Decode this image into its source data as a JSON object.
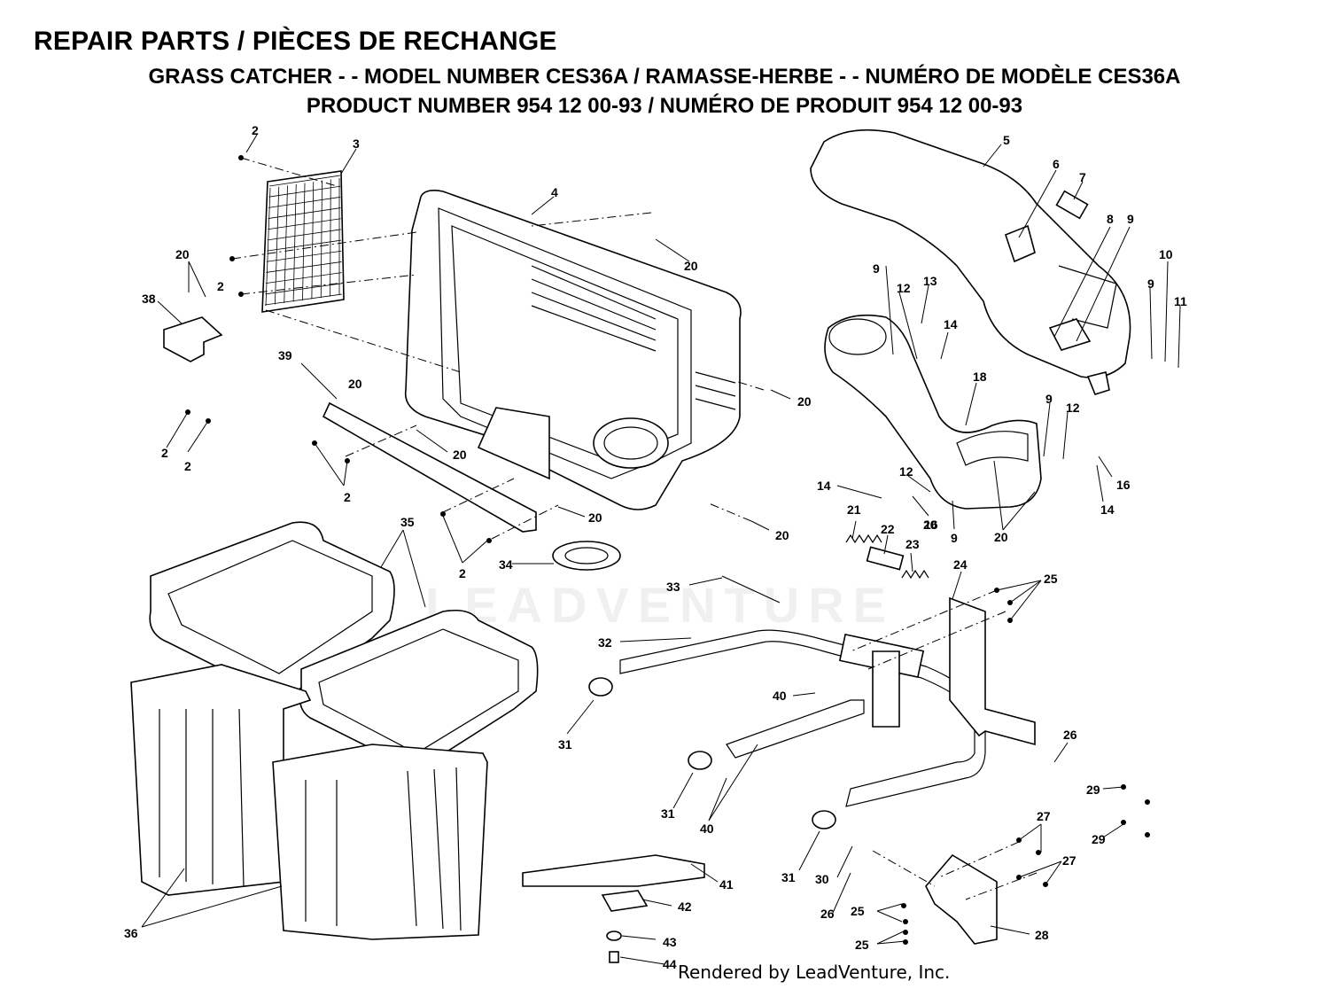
{
  "header": {
    "title": "REPAIR PARTS / PIÈCES DE RECHANGE",
    "model_line": "GRASS CATCHER - - MODEL NUMBER CES36A / RAMASSE-HERBE - - NUMÉRO DE MODÈLE CES36A",
    "product_line": "PRODUCT NUMBER 954 12 00-93 / NUMÉRO DE PRODUIT 954 12 00-93"
  },
  "watermark": "LEADVENTURE",
  "footer": "Rendered by LeadVenture, Inc.",
  "callouts": [
    "2",
    "3",
    "4",
    "5",
    "6",
    "7",
    "8",
    "9",
    "9",
    "9",
    "9",
    "9",
    "10",
    "11",
    "12",
    "12",
    "12",
    "13",
    "14",
    "14",
    "14",
    "16",
    "16",
    "18",
    "20",
    "20",
    "20",
    "20",
    "20",
    "20",
    "20",
    "20",
    "20",
    "20",
    "21",
    "22",
    "23",
    "24",
    "25",
    "25",
    "25",
    "26",
    "26",
    "27",
    "27",
    "28",
    "29",
    "29",
    "30",
    "31",
    "31",
    "31",
    "32",
    "33",
    "34",
    "35",
    "36",
    "38",
    "39",
    "40",
    "40",
    "41",
    "42",
    "43",
    "44",
    "2",
    "2",
    "2",
    "2",
    "2",
    "2"
  ]
}
